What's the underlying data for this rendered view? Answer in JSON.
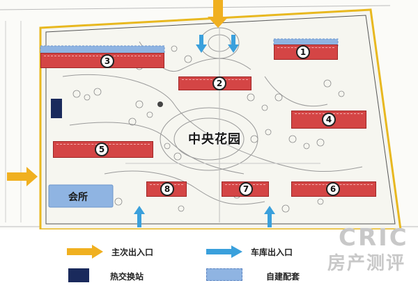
{
  "colors": {
    "building_red": "#d44545",
    "building_outline": "#9e2626",
    "main_entrance_yellow": "#f0b020",
    "garage_entrance_blue": "#3aa0dc",
    "heat_station_navy": "#1a2a5c",
    "self_built_facility_lightblue": "#8fb4e2",
    "boundary_yellow": "#e8b820",
    "site_fill": "#f8f8f4"
  },
  "map": {
    "central_garden_label": "中央花园",
    "clubhouse_label": "会所",
    "buildings": [
      {
        "number": "1"
      },
      {
        "number": "2"
      },
      {
        "number": "3"
      },
      {
        "number": "4"
      },
      {
        "number": "5"
      },
      {
        "number": "6"
      },
      {
        "number": "7"
      },
      {
        "number": "8"
      }
    ]
  },
  "legend": {
    "main_entrance": {
      "label": "主次出入口",
      "icon": "yellow-arrow-icon"
    },
    "garage_entrance": {
      "label": "车库出入口",
      "icon": "blue-arrow-icon"
    },
    "heat_exchange_station": {
      "label": "热交换站",
      "icon": "navy-square-icon"
    },
    "self_built_facilities": {
      "label": "自建配套",
      "icon": "lightblue-dashed-rect-icon"
    }
  },
  "watermark": {
    "line1": "CRIC",
    "line2": "房产测评"
  }
}
